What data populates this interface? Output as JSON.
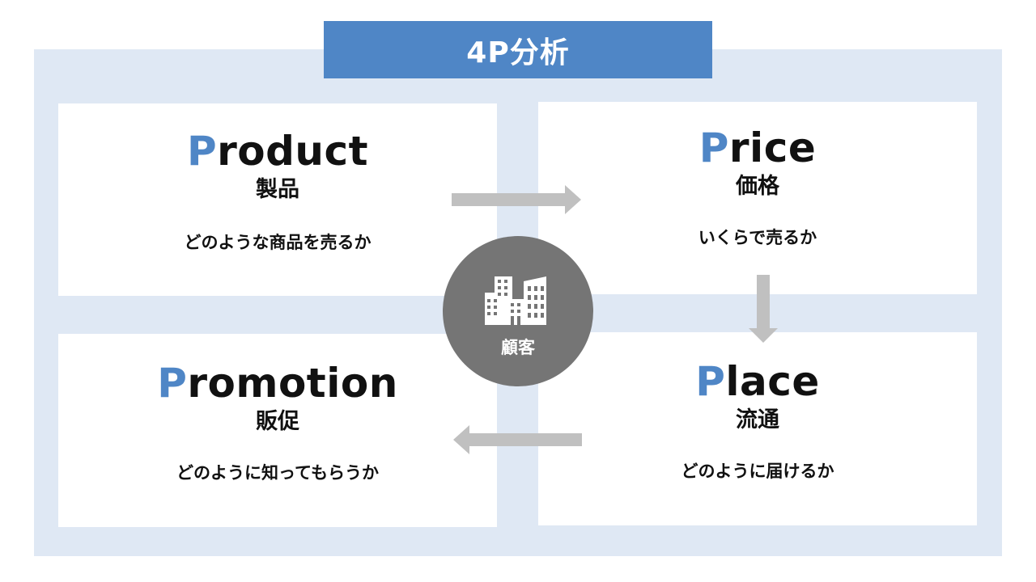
{
  "title": "4P分析",
  "center": {
    "label": "顧客",
    "icon": "buildings-icon"
  },
  "quadrants": {
    "product": {
      "initial": "P",
      "rest": "roduct",
      "jp": "製品",
      "desc": "どのような商品を売るか"
    },
    "price": {
      "initial": "P",
      "rest": "rice",
      "jp": "価格",
      "desc": "いくらで売るか"
    },
    "place": {
      "initial": "P",
      "rest": "lace",
      "jp": "流通",
      "desc": "どのように届けるか"
    },
    "promotion": {
      "initial": "P",
      "rest": "romotion",
      "jp": "販促",
      "desc": "どのように知ってもらうか"
    }
  },
  "colors": {
    "accent": "#4f86c6",
    "frame_bg": "#dfe8f4",
    "arrow": "#c0c0c0",
    "center_circle": "#757575"
  }
}
